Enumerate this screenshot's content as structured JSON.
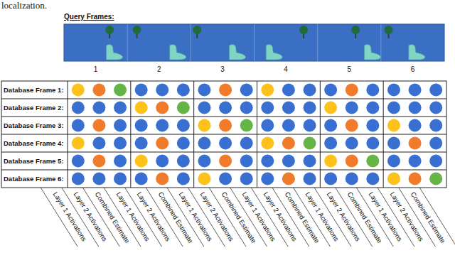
{
  "diagram": {
    "labels": [
      "localization.",
      "Query Frames:",
      "1",
      "2",
      "3",
      "4",
      "5",
      "6",
      "Database Frame 1:",
      "Database Frame 2:",
      "Database Frame 3:",
      "Database Frame 4:",
      "Database Frame 5:",
      "Database Frame 6:",
      "Layer 1 Activations",
      "Layer 2 Activations",
      "Combined Estimate",
      "Layer 1 Activations",
      "Layer 2 Activations",
      "Combined Estimate",
      "Layer 1 Activations",
      "Layer 2 Activations",
      "Combined Estimate",
      "Layer 1 Activations",
      "Layer 2 Activations",
      "Combined Estimate",
      "Layer 1 Activations",
      "Layer 2 Activations",
      "Combined Estimate",
      "Layer 1 Activations",
      "Layer 2 Activations",
      "Combined Estimate"
    ]
  }
}
